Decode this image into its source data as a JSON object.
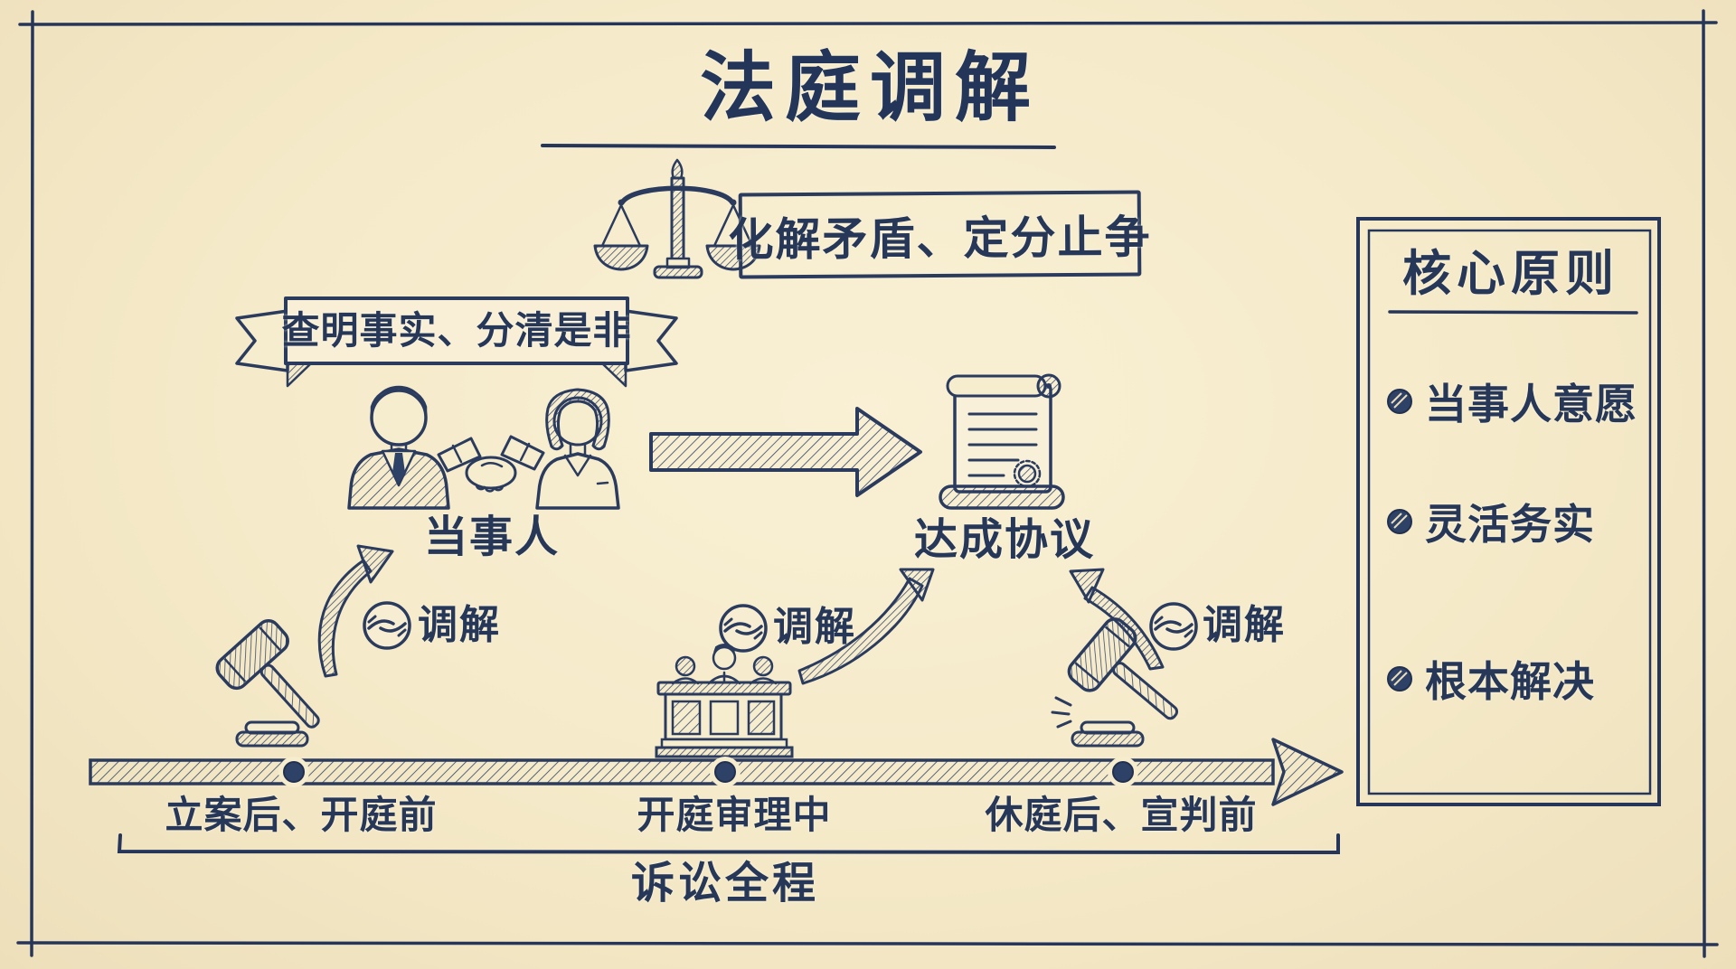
{
  "title": "法庭调解",
  "banners": {
    "mission": "化解矛盾、定分止争",
    "principle": "查明事实、分清是非"
  },
  "flow": {
    "parties_label": "当事人",
    "agreement_label": "达成协议",
    "mediation_labels": [
      "调解",
      "调解",
      "调解"
    ]
  },
  "timeline": {
    "phases": [
      "立案后、开庭前",
      "开庭审理中",
      "休庭后、宣判前"
    ],
    "span_label": "诉讼全程"
  },
  "principles": {
    "title": "核心原则",
    "items": [
      "当事人意愿",
      "灵活务实",
      "根本解决"
    ]
  },
  "colors": {
    "paper": "#f5eac9",
    "ink": "#2a3b5e"
  },
  "icons": {
    "scale": "scale-of-justice-icon",
    "handshake_badge": "handshake-icon",
    "parties": "parties-handshake-illustration",
    "gavel": "gavel-icon",
    "bench": "judge-bench-icon",
    "scroll": "agreement-scroll-icon",
    "timeline": "timeline-arrow"
  }
}
